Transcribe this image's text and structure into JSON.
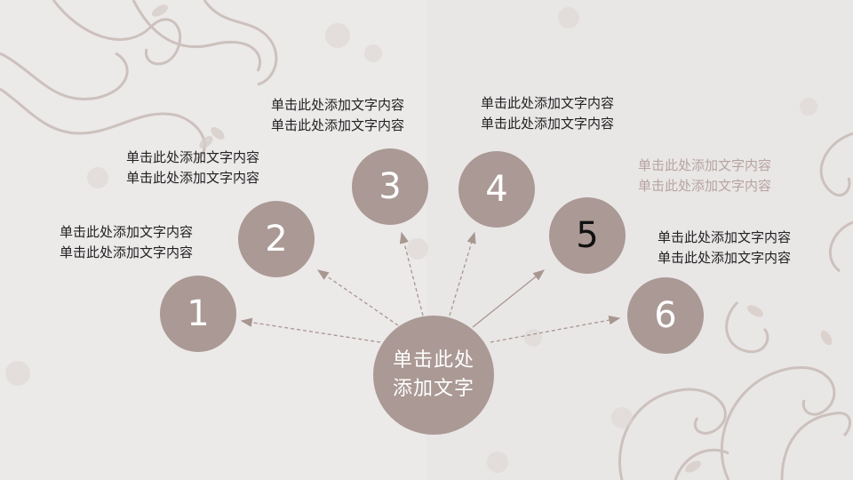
{
  "slide": {
    "center_text": [
      "单击此处",
      "添加文字"
    ],
    "colors": {
      "background": "#ebe8e8",
      "circle_fill": "#aa9994",
      "arrow": "#a89690",
      "text": "#222222",
      "faded_text": "#b7a4a1"
    },
    "nodes": [
      {
        "number": "1",
        "label": [
          "单击此处添加文字内容",
          "单击此处添加文字内容"
        ]
      },
      {
        "number": "2",
        "label": [
          "单击此处添加文字内容",
          "单击此处添加文字内容"
        ]
      },
      {
        "number": "3",
        "label": [
          "单击此处添加文字内容",
          "单击此处添加文字内容"
        ]
      },
      {
        "number": "4",
        "label": [
          "单击此处添加文字内容",
          "单击此处添加文字内容"
        ]
      },
      {
        "number": "5",
        "label": [
          "单击此处添加文字内容",
          "单击此处添加文字内容"
        ]
      },
      {
        "number": "6",
        "label": [
          "单击此处添加文字内容",
          "单击此处添加文字内容"
        ]
      }
    ]
  }
}
